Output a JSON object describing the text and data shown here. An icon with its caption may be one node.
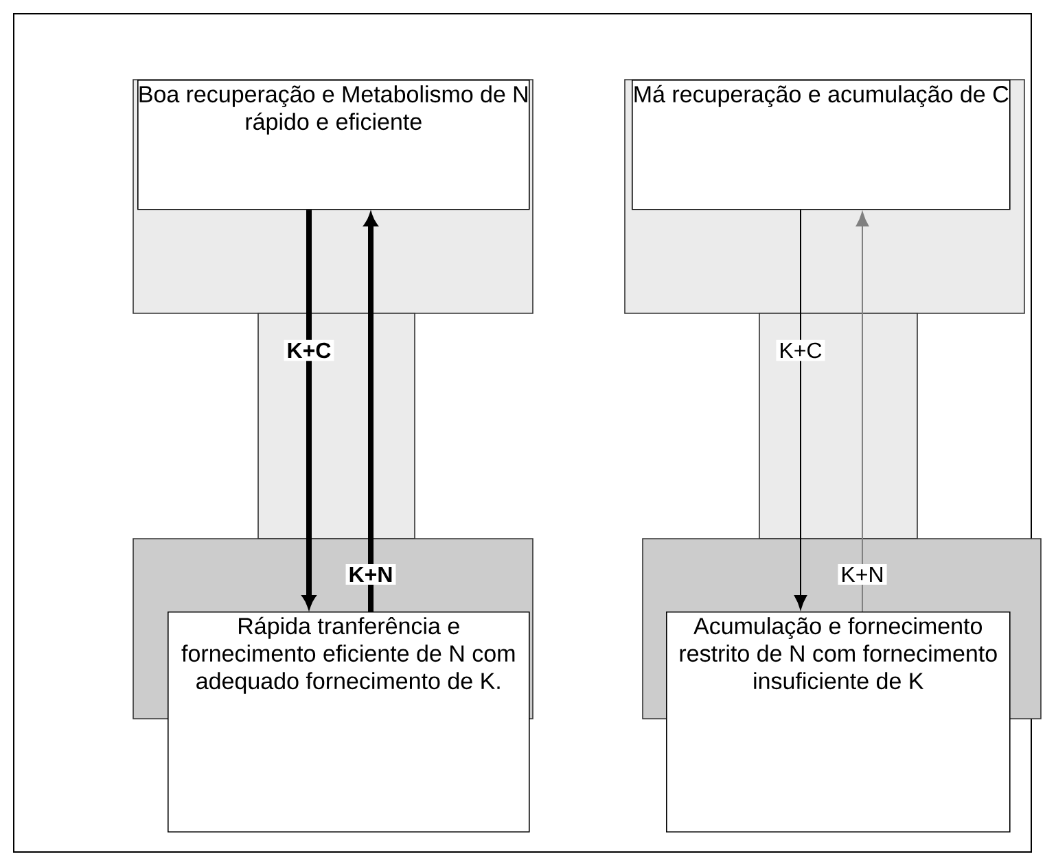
{
  "diagram": {
    "nodes": [
      {
        "text": [
          "Boa recuperação e Metabolismo de N rápido e eficiente"
        ]
      },
      {
        "text": [
          "Rápida tranferência e fornecimento eficiente de N com adequado fornecimento de K."
        ]
      },
      {
        "text": [
          "Má recuperação e acumulação de C"
        ]
      },
      {
        "text": [
          "Acumulação e fornecimento restrito de N com fornecimento insuficiente de K"
        ]
      }
    ],
    "edges": [
      {
        "from": 0,
        "to": 1,
        "arrow": "to",
        "label": "K+C",
        "style": "thick"
      },
      {
        "from": 1,
        "to": 0,
        "arrow": "to",
        "label": "K+N",
        "style": "thick"
      },
      {
        "from": 2,
        "to": 3,
        "arrow": "to",
        "label": "K+C"
      },
      {
        "from": 3,
        "to": 2,
        "arrow": "to",
        "label": "K+N",
        "color": "#808080"
      }
    ]
  }
}
